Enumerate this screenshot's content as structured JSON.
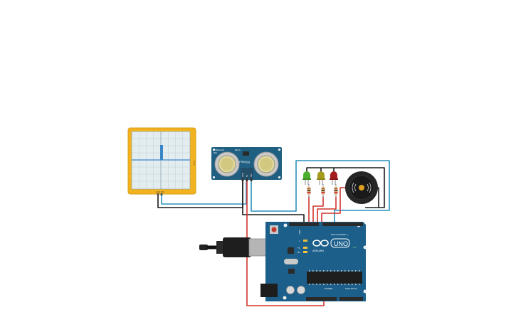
{
  "sensor": {
    "brand_top": "PARALLAX",
    "brand_line2": "INC.",
    "model": "PING))))",
    "ver": "REV A",
    "gnd": "GND",
    "five_v": "5V",
    "sig": "SIG"
  },
  "oscilloscope": {
    "side_label": "5 ms",
    "bottom_label": "1.00 V/D"
  },
  "arduino": {
    "uno_label": "UNO",
    "brand_label": "ARDUINO",
    "digital_label": "DIGITAL (PWM ~)",
    "power_label": "POWER",
    "analog_label": "ANALOG IN",
    "aref": "AREF",
    "tx": "TX",
    "rx": "RX",
    "on": "ON",
    "l_label": "L"
  },
  "colors": {
    "board": "#1b5f8a",
    "scope_frame": "#f2b321",
    "wire_blue": "#2a8fbf",
    "wire_red": "#d0342c",
    "wire_black": "#1a1a1a"
  }
}
